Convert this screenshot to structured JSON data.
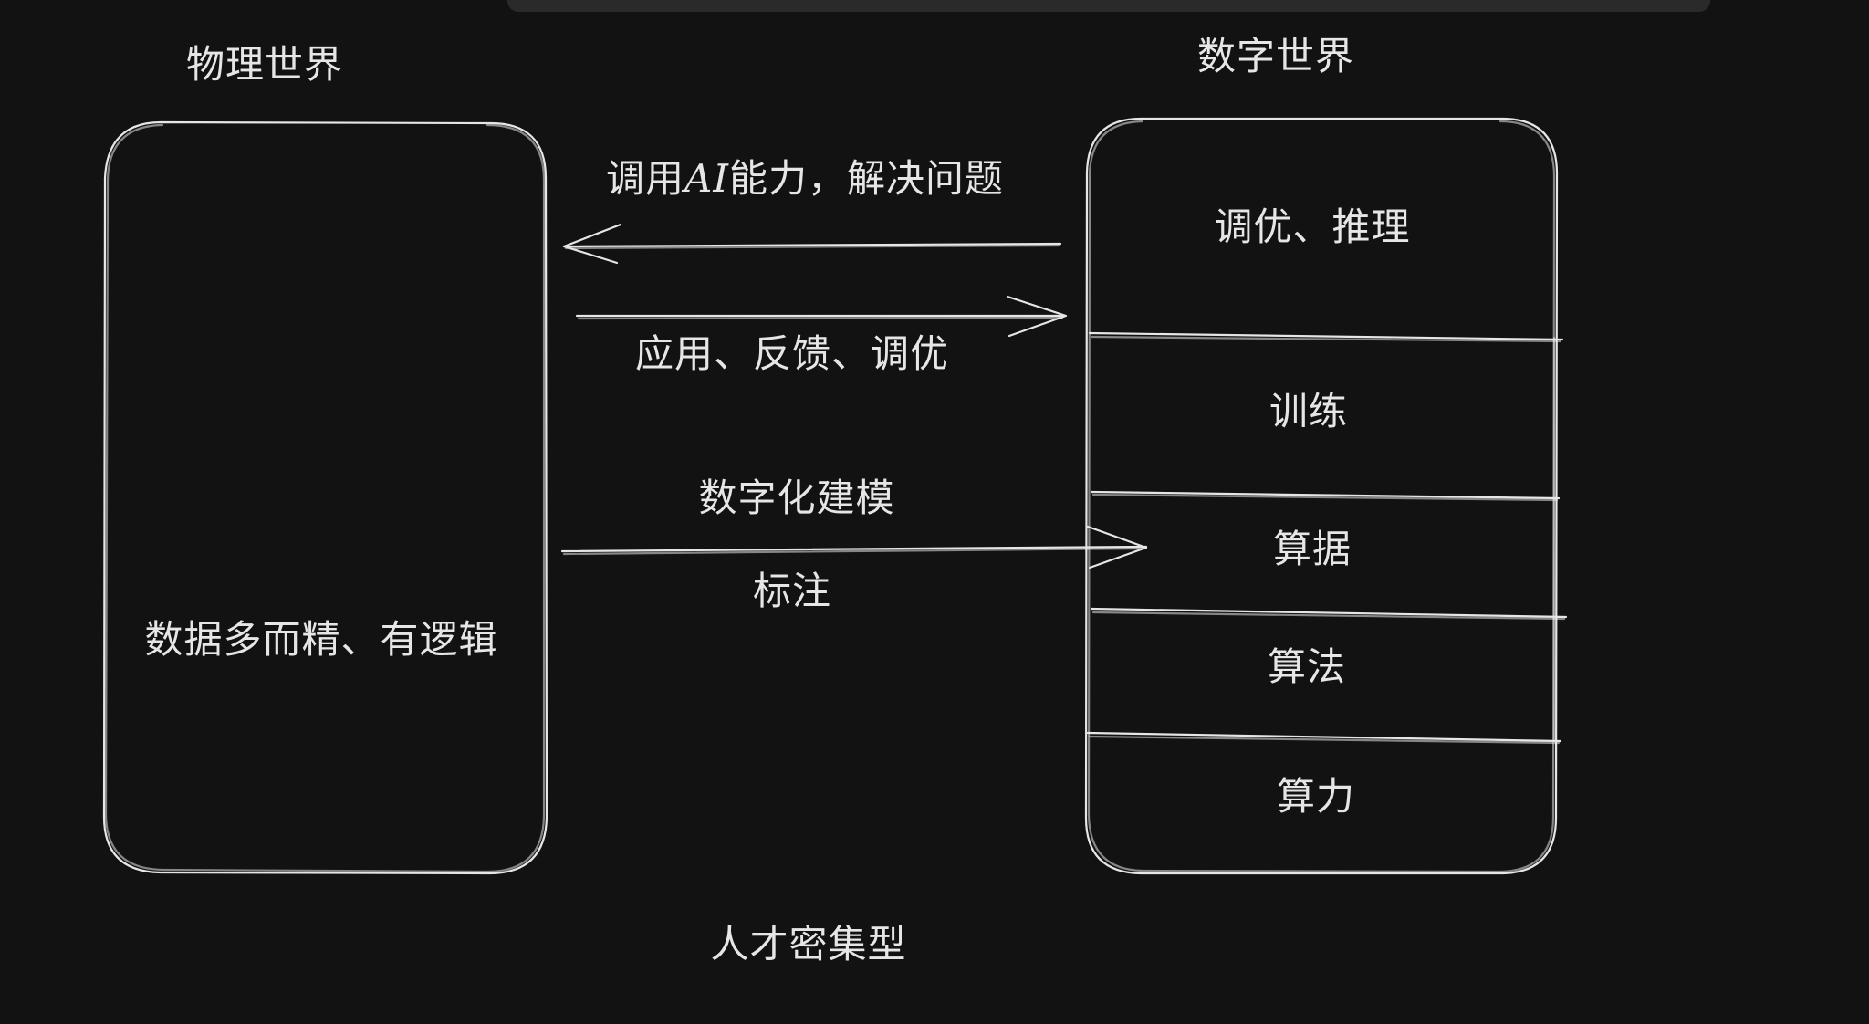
{
  "diagram": {
    "physical_world": {
      "title": "物理世界",
      "content": "数据多而精、有逻辑"
    },
    "digital_world": {
      "title": "数字世界",
      "layers": [
        "调优、推理",
        "训练",
        "算据",
        "算法",
        "算力"
      ]
    },
    "arrows": {
      "to_physical": {
        "prefix": "调用",
        "ai": "AI",
        "suffix": "能力，解决问题"
      },
      "to_digital_top": "应用、反馈、调优",
      "to_digital_bottom_above": "数字化建模",
      "to_digital_bottom_below": "标注"
    },
    "footer": "人才密集型"
  },
  "colors": {
    "background": "#121212",
    "stroke": "#e6e6e6",
    "text": "#e6e6e6"
  }
}
